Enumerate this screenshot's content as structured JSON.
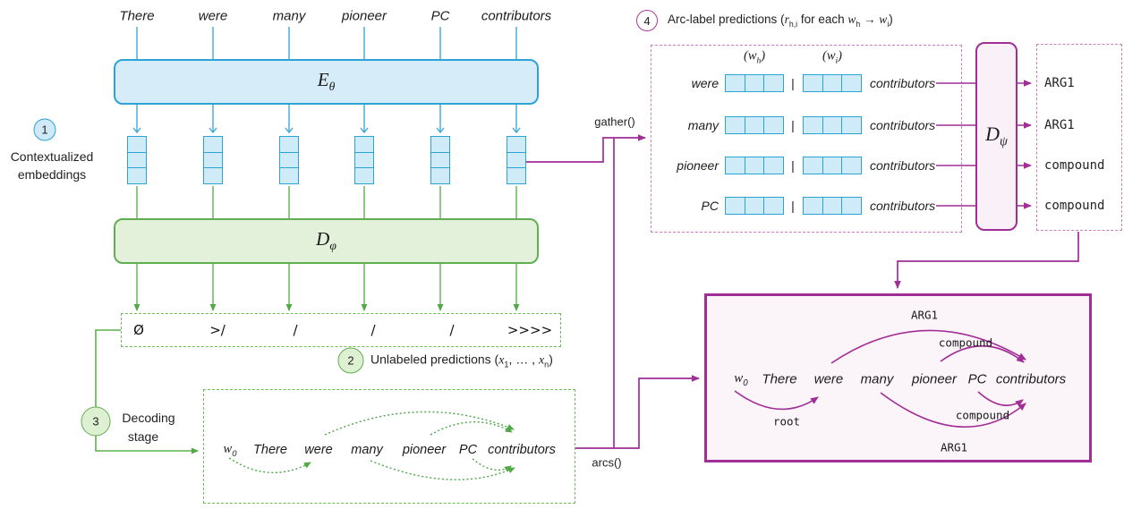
{
  "colors": {
    "blue_border": "#2BA3D6",
    "blue_fill": "#D6EDF9",
    "green_border": "#61AD52",
    "green_fill": "#E3F1DA",
    "purple": "#A12D96",
    "purple_dashed": "#CC7EC1",
    "pink_fill": "#FBF5FA"
  },
  "sentence": [
    "There",
    "were",
    "many",
    "pioneer",
    "PC",
    "contributors"
  ],
  "encoder_label": {
    "base": "E",
    "sub": "θ"
  },
  "decoder_label": {
    "base": "D",
    "sub": "φ"
  },
  "label_decoder_label": {
    "base": "D",
    "sub": "ψ"
  },
  "root_token": {
    "base": "w",
    "sub": "0"
  },
  "step1": {
    "num": "1",
    "line1": "Contextualized",
    "line2": "embeddings"
  },
  "step2": {
    "num": "2",
    "caption": {
      "p0": "Unlabeled predictions (",
      "v1": "x",
      "s1": "1",
      "mid": ", … , ",
      "v2": "x",
      "s2": "n",
      "end": ")"
    }
  },
  "step3": {
    "num": "3",
    "line1": "Decoding",
    "line2": "stage"
  },
  "step4": {
    "num": "4",
    "caption": {
      "p0": "Arc-label predictions (",
      "v1": "r",
      "s1": "h,i",
      "p1": " for each ",
      "v2": "w",
      "s2": "h",
      "p2": " → ",
      "v3": "w",
      "s3": "i",
      "end": ")"
    }
  },
  "unlabeled_symbols": [
    "Ø",
    ">/",
    "/",
    "/",
    "/",
    ">>>>"
  ],
  "gather_label": "gather()",
  "arcs_label": "arcs()",
  "pair_table": {
    "header_h": {
      "pre": "(",
      "base": "w",
      "sub": "h",
      "post": ")"
    },
    "header_i": {
      "pre": "(",
      "base": "w",
      "sub": "i",
      "post": ")"
    },
    "separator": "|",
    "rows": [
      {
        "head": "were",
        "dependent": "contributors",
        "label": "ARG1"
      },
      {
        "head": "many",
        "dependent": "contributors",
        "label": "ARG1"
      },
      {
        "head": "pioneer",
        "dependent": "contributors",
        "label": "compound"
      },
      {
        "head": "PC",
        "dependent": "contributors",
        "label": "compound"
      }
    ]
  },
  "final_graph": {
    "arc_arg1_top": "ARG1",
    "arc_compound_top": "compound",
    "arc_root": "root",
    "arc_compound_bottom": "compound",
    "arc_arg1_bottom": "ARG1"
  }
}
